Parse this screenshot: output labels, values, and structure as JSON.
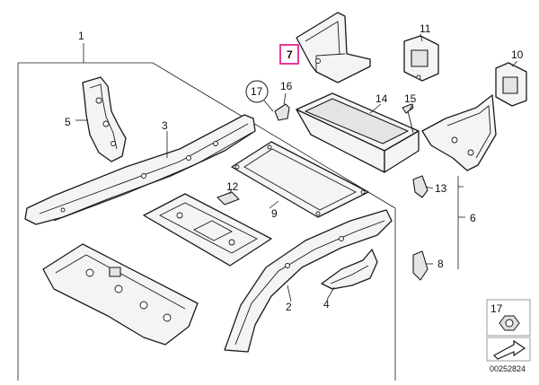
{
  "diagram": {
    "callouts": [
      {
        "id": "1",
        "label": "1"
      },
      {
        "id": "2",
        "label": "2"
      },
      {
        "id": "3",
        "label": "3"
      },
      {
        "id": "4",
        "label": "4"
      },
      {
        "id": "5",
        "label": "5"
      },
      {
        "id": "6",
        "label": "6"
      },
      {
        "id": "7",
        "label": "7",
        "highlighted": true
      },
      {
        "id": "8",
        "label": "8"
      },
      {
        "id": "9",
        "label": "9"
      },
      {
        "id": "10",
        "label": "10"
      },
      {
        "id": "11",
        "label": "11"
      },
      {
        "id": "12",
        "label": "12"
      },
      {
        "id": "13",
        "label": "13"
      },
      {
        "id": "14",
        "label": "14"
      },
      {
        "id": "15",
        "label": "15"
      },
      {
        "id": "16",
        "label": "16"
      },
      {
        "id": "17",
        "label": "17"
      }
    ],
    "legend_part_number": "17",
    "diagram_code": "00252824",
    "highlight_color": "#e8238c"
  }
}
